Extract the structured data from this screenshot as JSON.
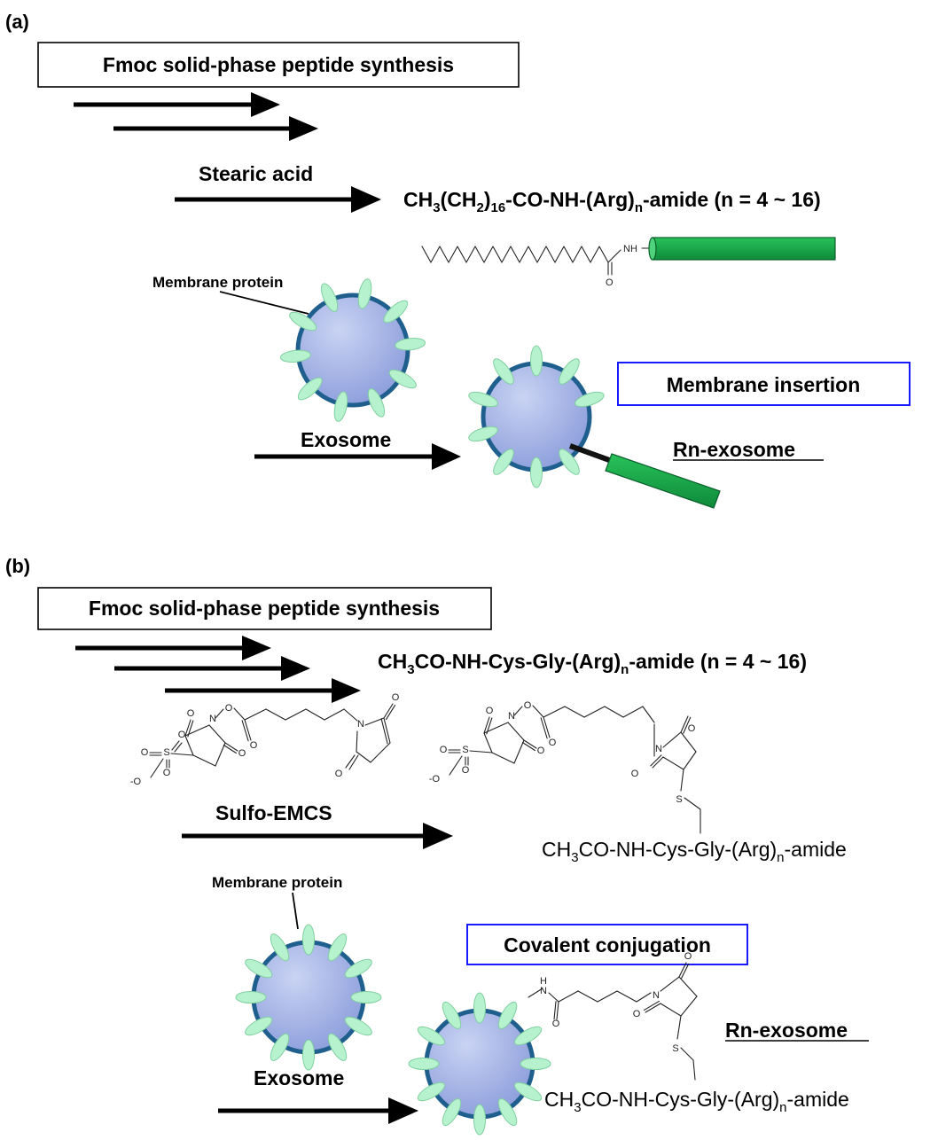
{
  "panel_a": {
    "label": "(a)",
    "synthesis_box": "Fmoc solid-phase peptide synthesis",
    "reagent": "Stearic acid",
    "product": {
      "p1": "CH",
      "s1": "3",
      "p2": "(CH",
      "s2": "2",
      "p3": ")",
      "s3": "16",
      "p4": "-CO-NH-(Arg)",
      "s4": "n",
      "p5": "-amide (n = 4 ~ 16)"
    },
    "structure_nh": "NH",
    "structure_o": "O",
    "membrane_protein": "Membrane protein",
    "exosome": "Exosome",
    "method_box": "Membrane insertion",
    "result": "Rn-exosome"
  },
  "panel_b": {
    "label": "(b)",
    "synthesis_box": "Fmoc solid-phase peptide synthesis",
    "product": {
      "p1": "CH",
      "s1": "3",
      "p2": "CO-NH-Cys-Gly-(Arg)",
      "s2": "n",
      "p3": "-amide (n = 4 ~ 16)"
    },
    "reagent": "Sulfo-EMCS",
    "intermediate": {
      "p1": "CH",
      "s1": "3",
      "p2": "CO-NH-Cys-Gly-(Arg)",
      "s2": "n",
      "p3": "-amide"
    },
    "atoms": {
      "o": "O",
      "n": "N",
      "s": "S",
      "h": "H",
      "o_minus": "-O"
    },
    "membrane_protein": "Membrane protein",
    "exosome": "Exosome",
    "method_box": "Covalent conjugation",
    "result": "Rn-exosome",
    "conjugate": {
      "p1": "CH",
      "s1": "3",
      "p2": "CO-NH-Cys-Gly-(Arg)",
      "s2": "n",
      "p3": "-amide"
    }
  },
  "colors": {
    "exosome_fill": "#b4c4ec",
    "exosome_edge": "#1f5f8e",
    "protein_fill": "#b7f2cf",
    "peptide_fill": "#1aa64a",
    "box_blue": "#1a1aff"
  }
}
